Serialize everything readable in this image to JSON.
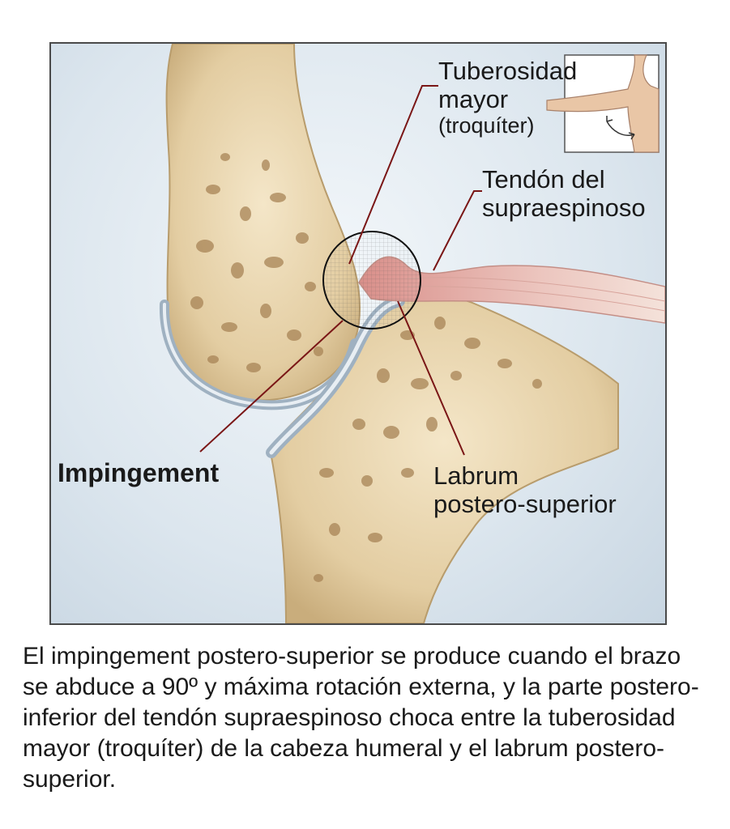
{
  "labels": {
    "tuberosity_line1": "Tuberosidad",
    "tuberosity_line2": "mayor",
    "tuberosity_line3": "(troquíter)",
    "tendon_line1": "Tendón del",
    "tendon_line2": "supraespinoso",
    "impingement": "Impingement",
    "labrum_line1": "Labrum",
    "labrum_line2": "postero-superior"
  },
  "caption": "El impingement postero-superior se produce cuando el brazo se abduce a 90º y máxima rotación externa, y la parte postero-inferior del tendón supraespinoso choca entre la tuberosidad mayor (troquíter) de la cabeza humeral y el labrum postero-superior.",
  "colors": {
    "bone": "#e6d2ac",
    "bone_edge": "#b89c6c",
    "cartilage": "#b6c5d2",
    "tendon": "#e6b4ae",
    "leader_line": "#7a1616",
    "frame": "#4a4a4a"
  }
}
